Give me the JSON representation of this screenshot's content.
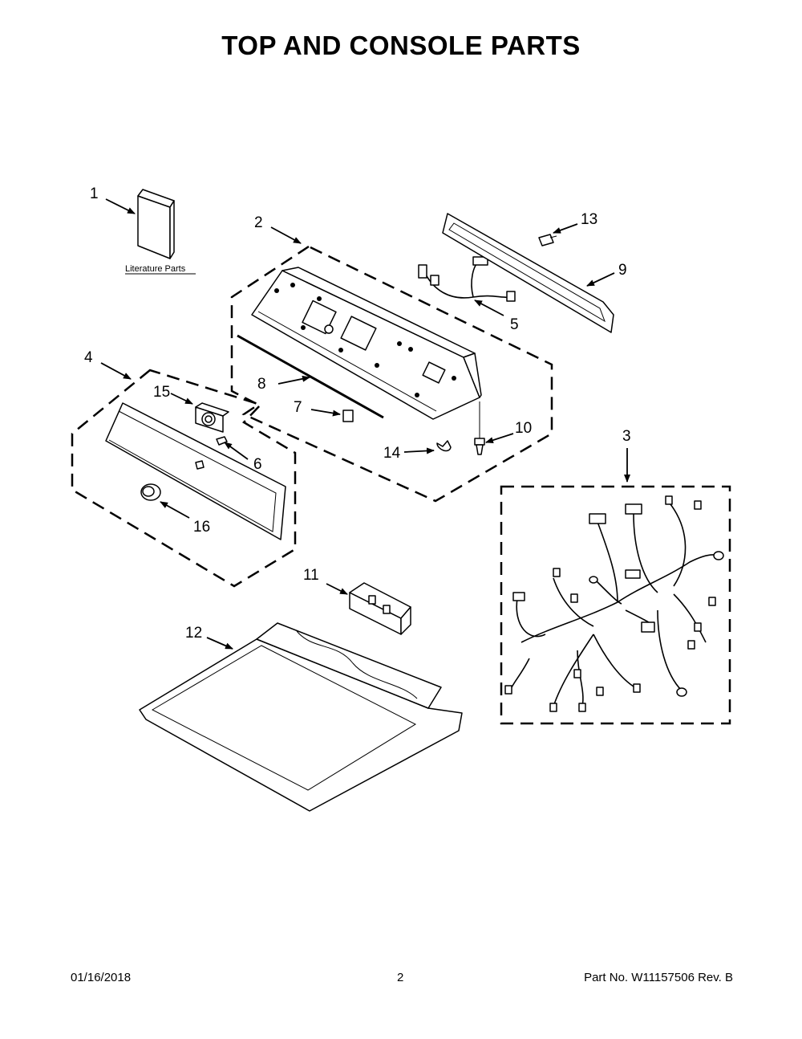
{
  "title": "TOP AND CONSOLE PARTS",
  "literature_label": "Literature Parts",
  "callouts": {
    "c1": "1",
    "c2": "2",
    "c3": "3",
    "c4": "4",
    "c5": "5",
    "c6": "6",
    "c7": "7",
    "c8": "8",
    "c9": "9",
    "c10": "10",
    "c11": "11",
    "c12": "12",
    "c13": "13",
    "c14": "14",
    "c15": "15",
    "c16": "16"
  },
  "footer": {
    "date": "01/16/2018",
    "page": "2",
    "part_no": "Part No.  W11157506  Rev.  B"
  }
}
